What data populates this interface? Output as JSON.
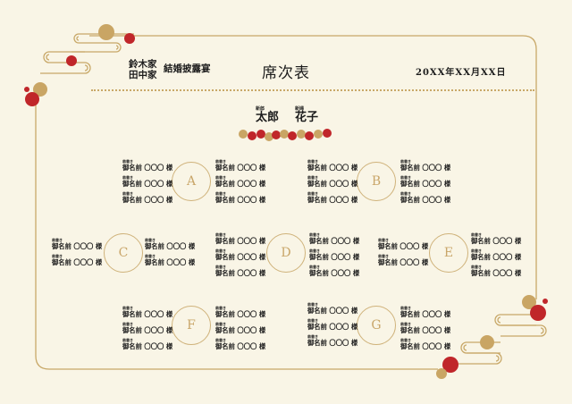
{
  "header": {
    "families": [
      "鈴木家",
      "田中家"
    ],
    "event": "結婚披露宴",
    "title": "席次表",
    "date": "20XX年XX月XX日"
  },
  "couple": [
    {
      "role": "新郎",
      "name": "太郎"
    },
    {
      "role": "新婦",
      "name": "花子"
    }
  ],
  "guest": {
    "title": "肩書き",
    "name": "御名前 〇〇〇 様"
  },
  "tables": [
    "A",
    "B",
    "C",
    "D",
    "E",
    "F",
    "G"
  ],
  "colors": {
    "gold": "#c8a868",
    "red": "#c0262a",
    "bg": "#f9f5e6"
  }
}
